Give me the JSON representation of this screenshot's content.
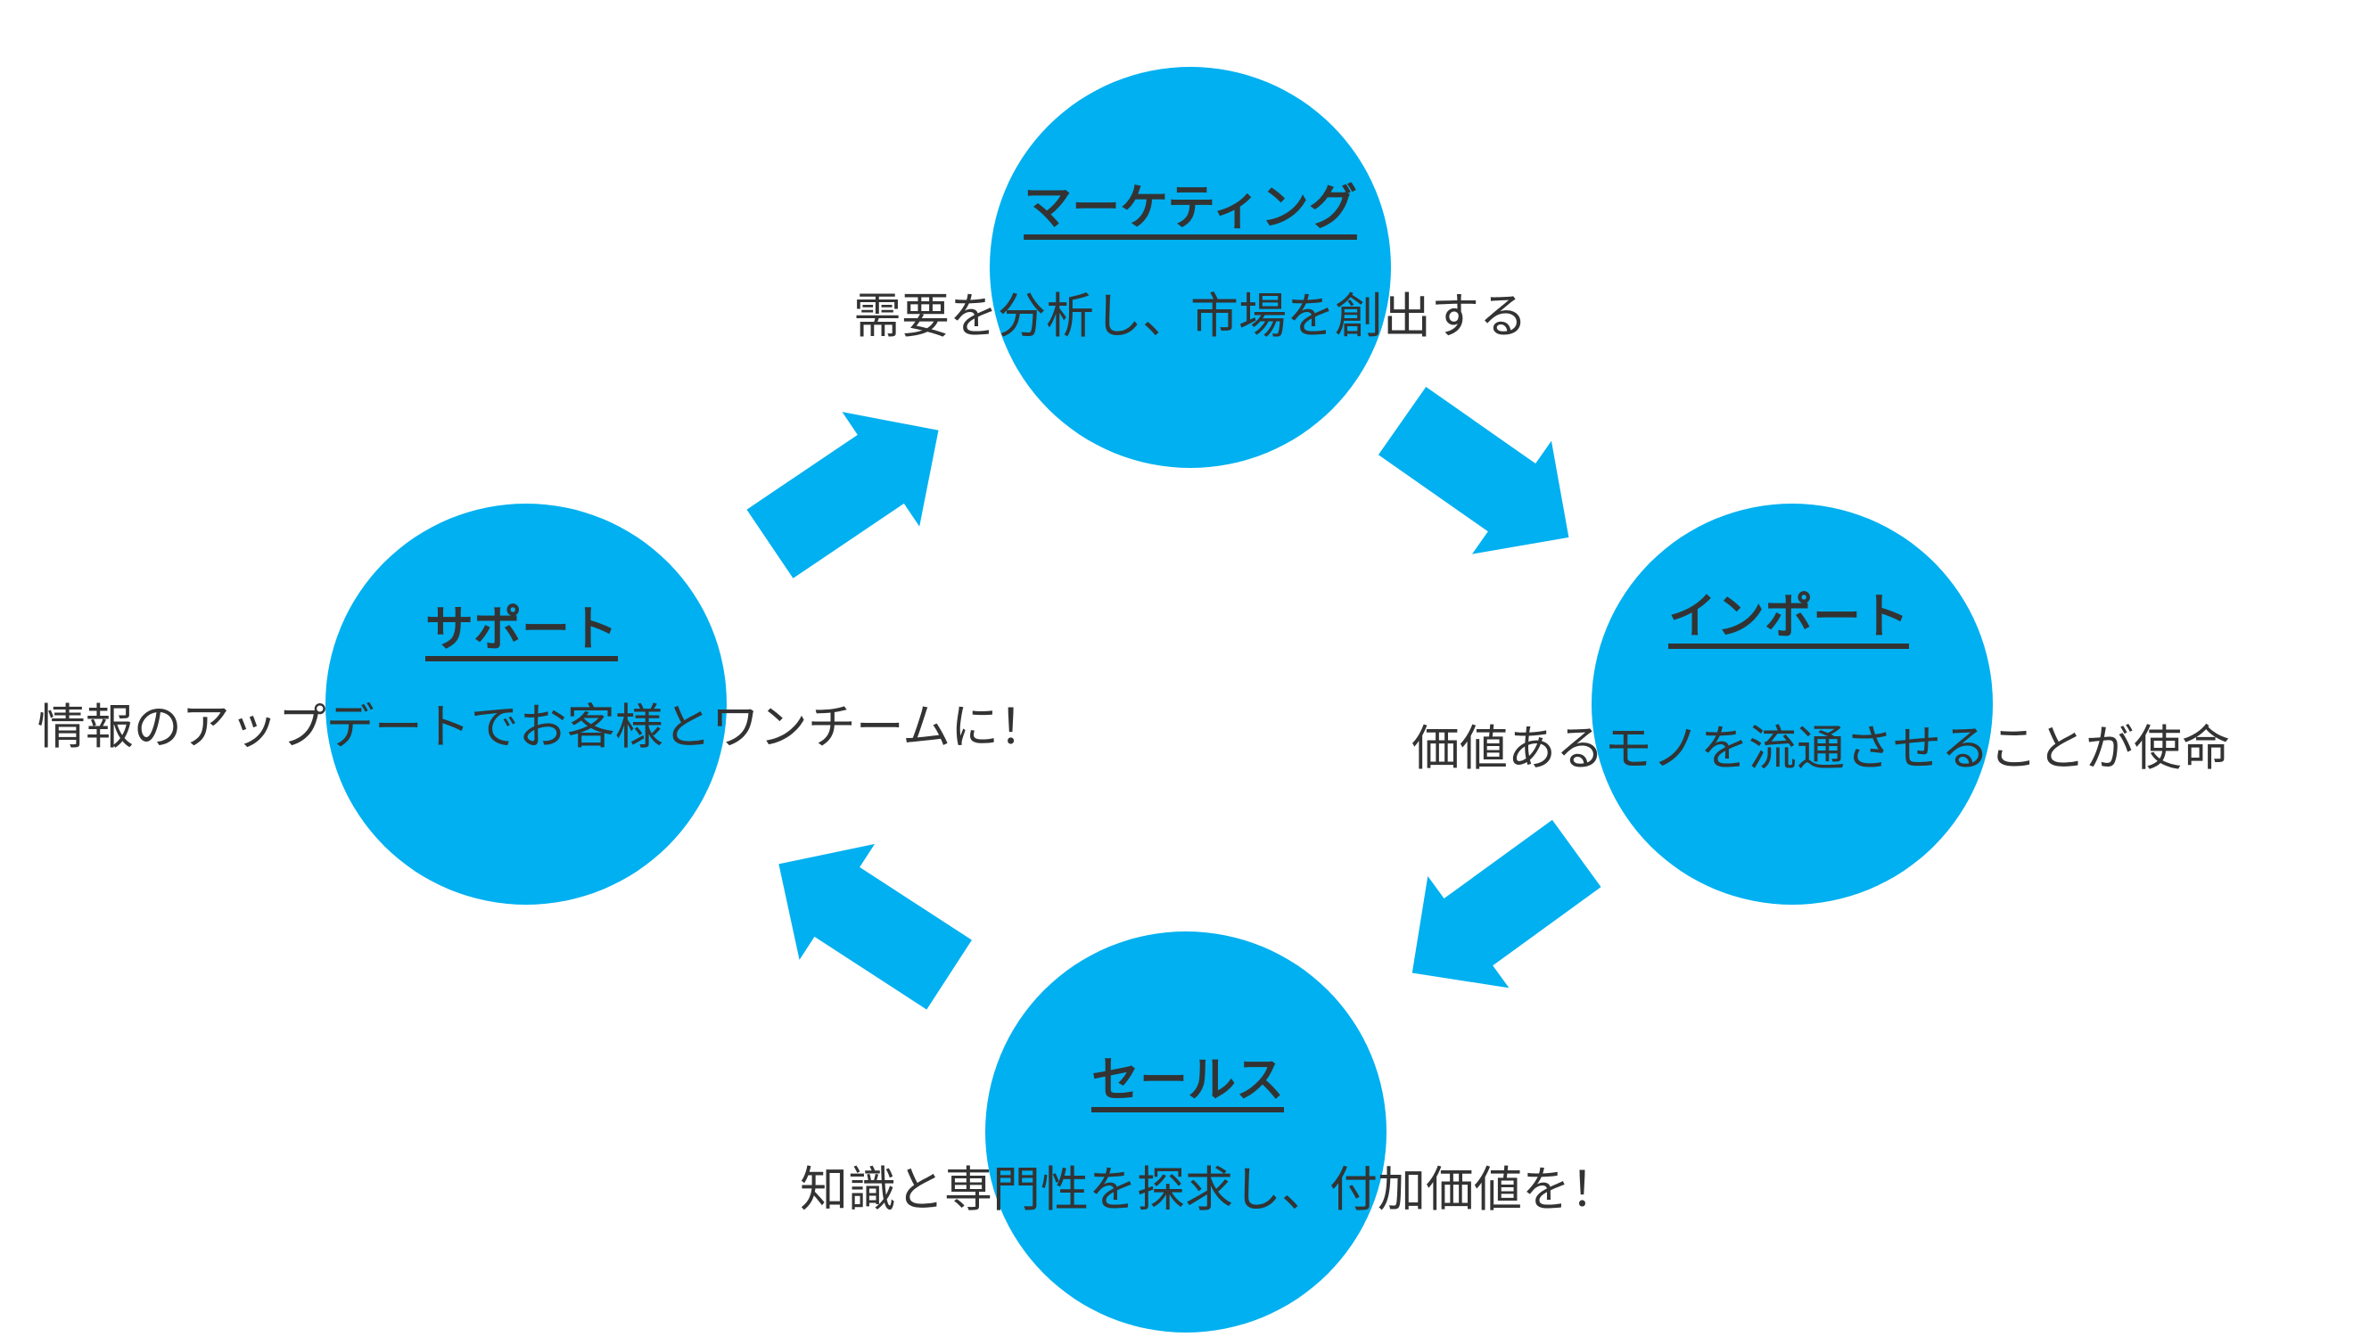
{
  "diagram": {
    "type": "cycle",
    "colors": {
      "accent": "#00B0F0",
      "text": "#333333",
      "background": "#FFFFFF"
    },
    "nodes": [
      {
        "id": "marketing",
        "position": "top",
        "label": "マーケティング",
        "description": "需要を分析し、市場を創出する"
      },
      {
        "id": "import",
        "position": "right",
        "label": "インポート",
        "description": "価値あるモノを流通させることが使命"
      },
      {
        "id": "sales",
        "position": "bottom",
        "label": "セールス",
        "description": "知識と専門性を探求し、付加価値を！"
      },
      {
        "id": "support",
        "position": "left",
        "label": "サポート",
        "description": "情報のアップデートでお客様とワンチームに！"
      }
    ],
    "arrows": [
      {
        "from": "support",
        "to": "marketing",
        "direction": "up-right"
      },
      {
        "from": "marketing",
        "to": "import",
        "direction": "down-right"
      },
      {
        "from": "import",
        "to": "sales",
        "direction": "down-left"
      },
      {
        "from": "sales",
        "to": "support",
        "direction": "up-left"
      }
    ]
  }
}
